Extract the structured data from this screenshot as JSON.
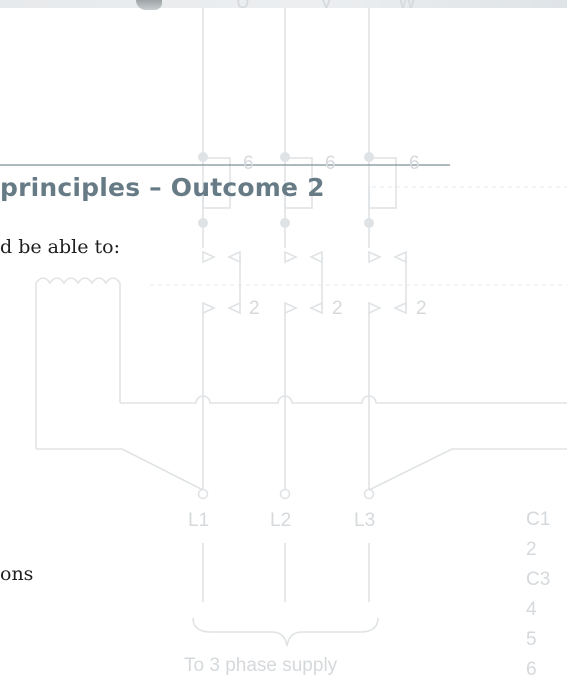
{
  "heading": {
    "text": "principles – Outcome 2"
  },
  "body": {
    "intro_fragment": "d be able to:",
    "line_fragment": "ons"
  },
  "schematic": {
    "overload_labels": [
      "6",
      "6",
      "6"
    ],
    "contact_labels": [
      "2",
      "2",
      "2"
    ],
    "phase_labels": [
      "L1",
      "L2",
      "L3"
    ],
    "supply_label": "To 3 phase supply",
    "top_labels": [
      "U",
      "V",
      "W"
    ],
    "side_labels": [
      "C1",
      "2",
      "C3",
      "4",
      "5",
      "6"
    ]
  },
  "colors": {
    "heading": "#667b85",
    "body_text": "#1e1e1e",
    "schematic_lines": "#e0e3e5",
    "schematic_labels": "#d5d9dc",
    "rule": "#7d8f98"
  }
}
